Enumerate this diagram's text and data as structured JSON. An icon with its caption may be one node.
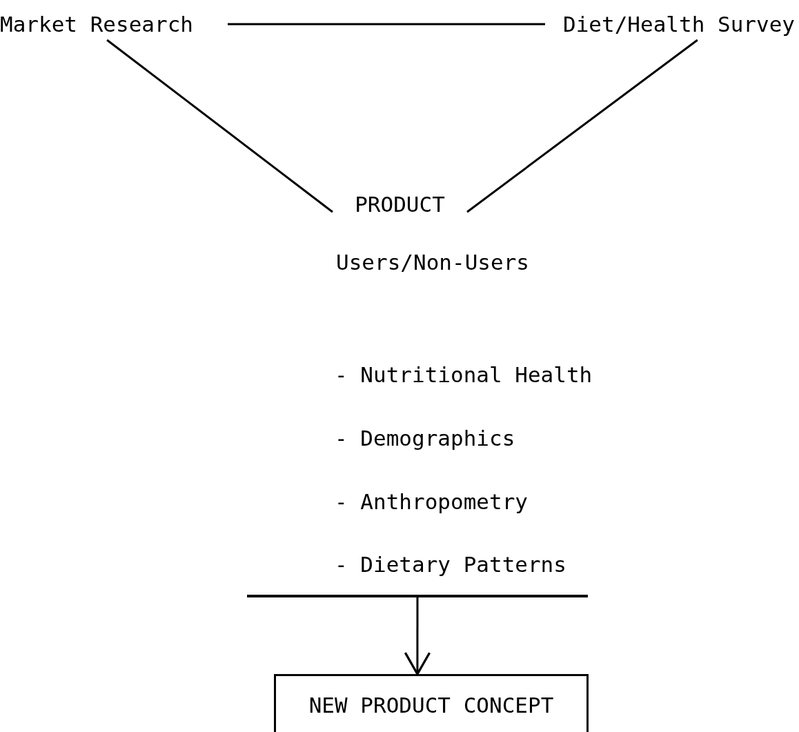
{
  "diagram": {
    "nodes": [
      {
        "text": [
          "Market Research"
        ]
      },
      {
        "text": [
          "Diet/Health Survey"
        ]
      },
      {
        "text": [
          "PRODUCT"
        ]
      },
      {
        "text": [],
        "shape": "bar"
      },
      {
        "text": [
          "NEW PRODUCT CONCEPT"
        ]
      }
    ],
    "edges": [
      {
        "from": 0,
        "to": 1,
        "arrow": "none"
      },
      {
        "from": 0,
        "to": 2,
        "arrow": "none"
      },
      {
        "from": 1,
        "to": 2,
        "arrow": "none"
      },
      {
        "from": 3,
        "to": 4,
        "arrow": "to"
      }
    ],
    "labels": [
      "Users/Non-Users",
      "- Nutritional Health",
      "- Demographics",
      "- Anthropometry",
      "- Dietary Patterns"
    ]
  }
}
